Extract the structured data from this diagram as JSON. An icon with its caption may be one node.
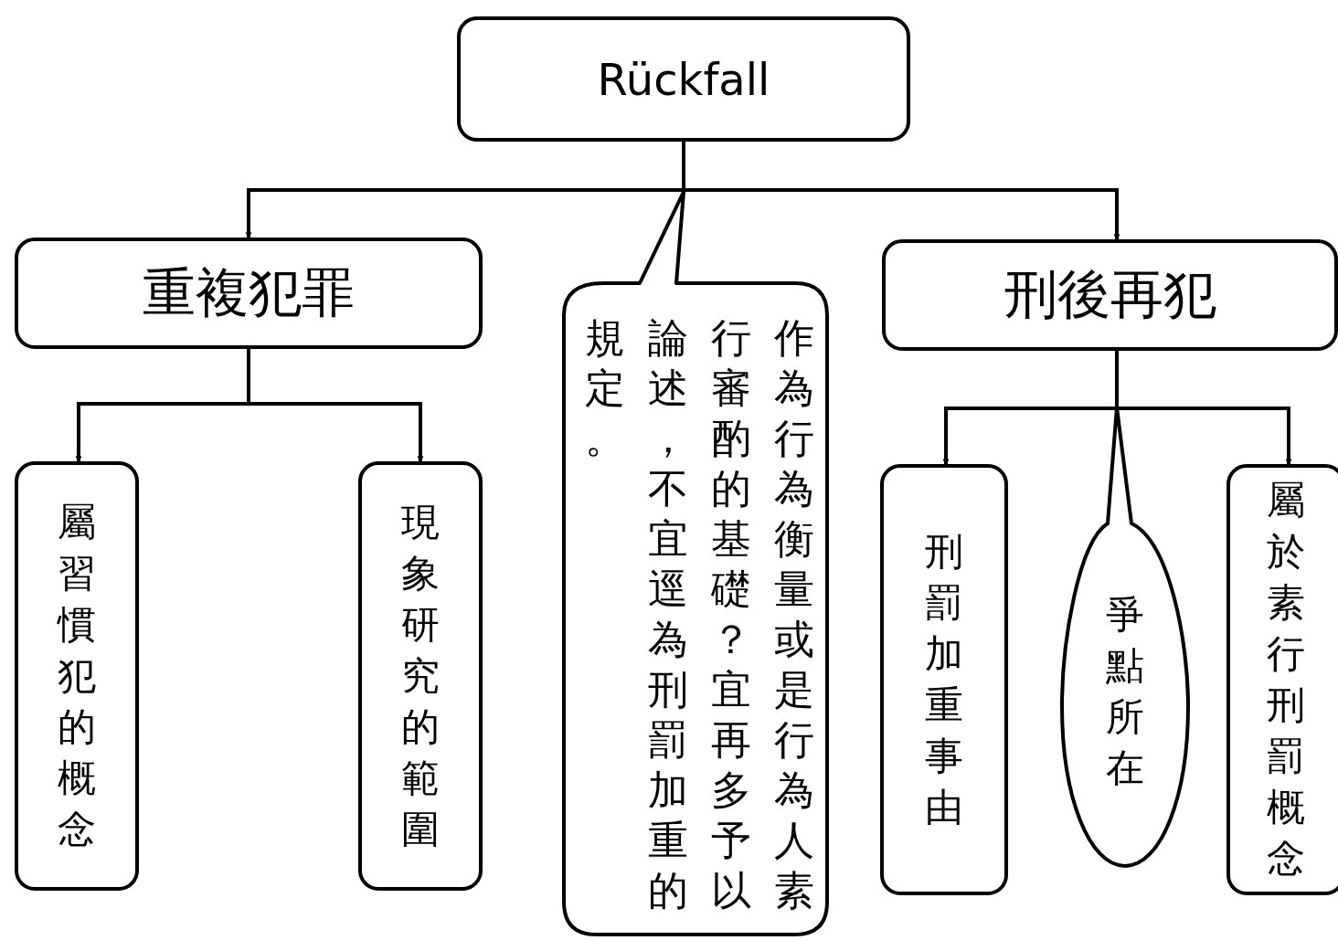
{
  "diagram": {
    "nodes": [
      {
        "text": [
          "Rückfall"
        ]
      },
      {
        "text": [
          "重複犯罪"
        ]
      },
      {
        "text": [
          "作為行為衡量或是行為人素行審酌的基礎？宜再多予以論述，不宜逕為刑罰加重的規定。"
        ]
      },
      {
        "text": [
          "刑後再犯"
        ]
      },
      {
        "text": [
          "屬習慣犯的概念"
        ]
      },
      {
        "text": [
          "現象研究的範圍"
        ]
      },
      {
        "text": [
          "刑罰加重事由"
        ]
      },
      {
        "text": [
          "爭點所在"
        ]
      },
      {
        "text": [
          "屬於素行刑罰概念"
        ]
      }
    ],
    "edges": [
      {
        "from": 0,
        "to": 1,
        "arrow": "to"
      },
      {
        "from": 0,
        "to": 3,
        "arrow": "to"
      },
      {
        "from": 1,
        "to": 4,
        "arrow": "to"
      },
      {
        "from": 1,
        "to": 5,
        "arrow": "to"
      },
      {
        "from": 3,
        "to": 6,
        "arrow": "to"
      },
      {
        "from": 3,
        "to": 8,
        "arrow": "to"
      }
    ]
  }
}
